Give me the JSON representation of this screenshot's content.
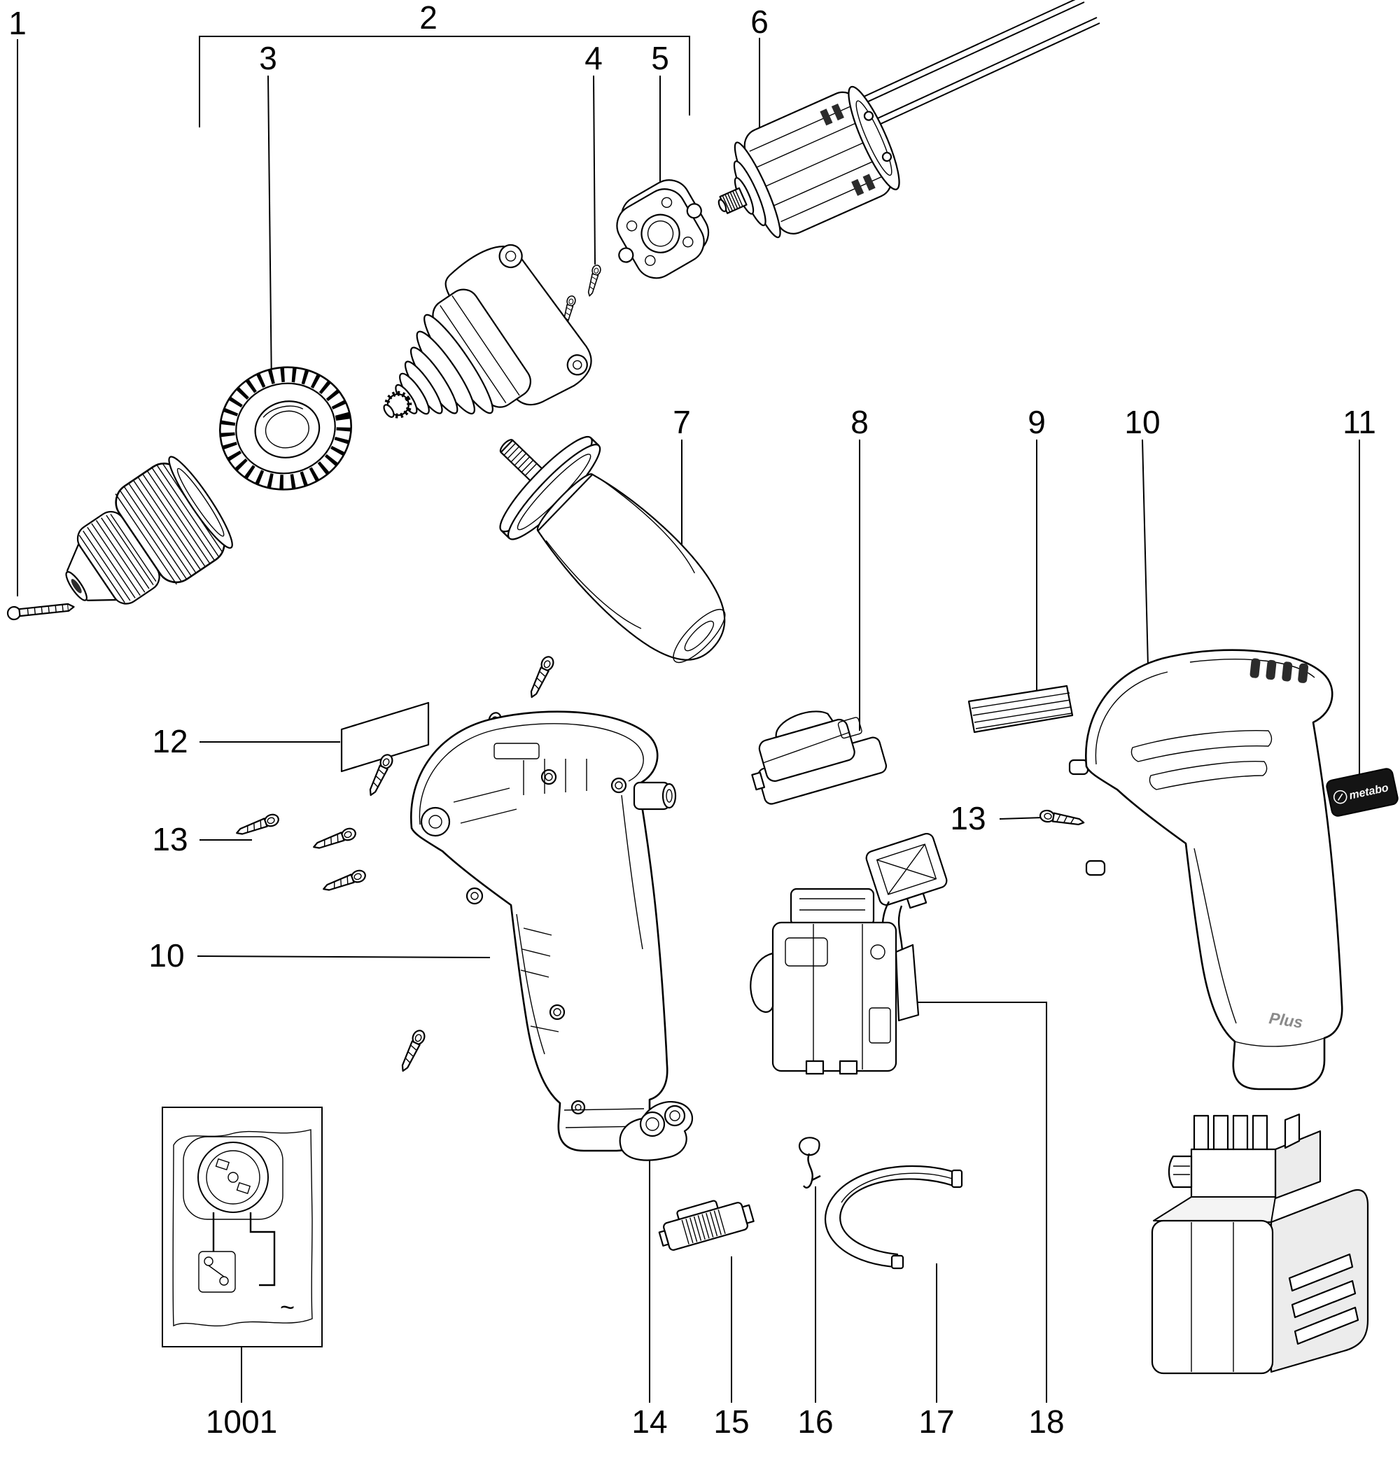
{
  "figure": {
    "kind": "exploded-parts-diagram"
  },
  "colors": {
    "background": "#ffffff",
    "line": "#000000",
    "badge_bg": "#141414",
    "badge_text": "#ffffff"
  },
  "callouts": [
    {
      "id": "1",
      "text": "1"
    },
    {
      "id": "2",
      "text": "2"
    },
    {
      "id": "3",
      "text": "3"
    },
    {
      "id": "4",
      "text": "4"
    },
    {
      "id": "5",
      "text": "5"
    },
    {
      "id": "6",
      "text": "6"
    },
    {
      "id": "7",
      "text": "7"
    },
    {
      "id": "8",
      "text": "8"
    },
    {
      "id": "9",
      "text": "9"
    },
    {
      "id": "10",
      "text": "10"
    },
    {
      "id": "11",
      "text": "11"
    },
    {
      "id": "12",
      "text": "12"
    },
    {
      "id": "13",
      "text": "13"
    },
    {
      "id": "10b",
      "text": "10"
    },
    {
      "id": "13b",
      "text": "13"
    },
    {
      "id": "14",
      "text": "14"
    },
    {
      "id": "15",
      "text": "15"
    },
    {
      "id": "16",
      "text": "16"
    },
    {
      "id": "17",
      "text": "17"
    },
    {
      "id": "18",
      "text": "18"
    },
    {
      "id": "1001",
      "text": "1001"
    }
  ],
  "annotations": {
    "brand_badge": "metabo",
    "housing_marking": "Plus",
    "schematic_symbol": "~"
  }
}
